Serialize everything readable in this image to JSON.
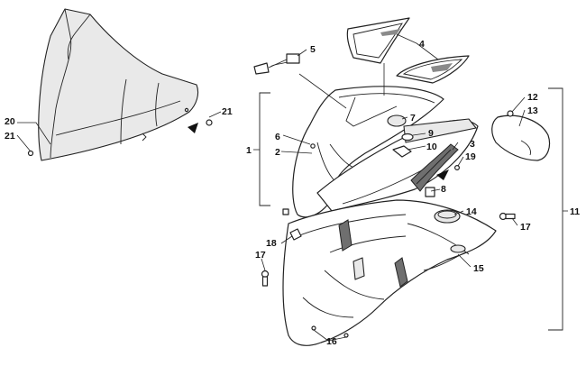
{
  "callouts": {
    "c1": "1",
    "c2": "2",
    "c3": "3",
    "c4": "4",
    "c5": "5",
    "c6": "6",
    "c7": "7",
    "c8": "8",
    "c9": "9",
    "c10": "10",
    "c11": "11",
    "c12": "12",
    "c13": "13",
    "c14": "14",
    "c15": "15",
    "c16": "16",
    "c17a": "17",
    "c17b": "17",
    "c18": "18",
    "c19": "19",
    "c20": "20",
    "c21a": "21",
    "c21b": "21"
  },
  "colors": {
    "line": "#222222",
    "shade": "#e9e9e9",
    "dark": "#6f6f6f",
    "background": "#ffffff"
  }
}
